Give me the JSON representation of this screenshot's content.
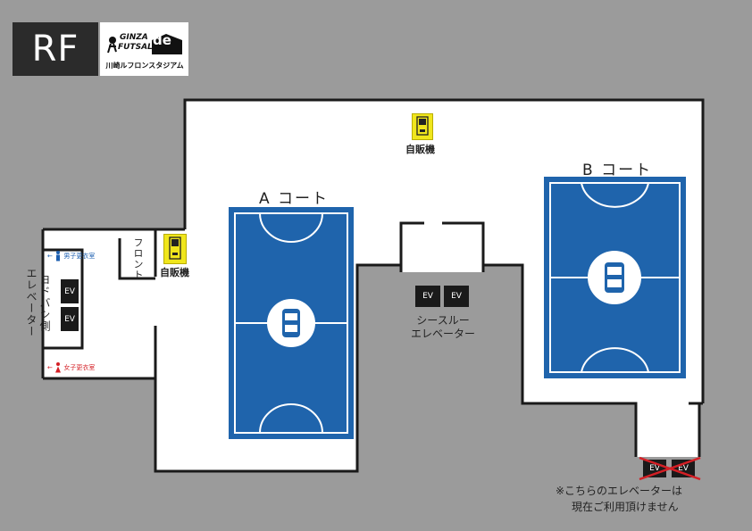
{
  "floor": {
    "label": "RF"
  },
  "logo": {
    "line1": "GINZA",
    "line2": "FUTSAL",
    "mark": "de",
    "subtitle": "川崎ルフロンスタジアム"
  },
  "courts": [
    {
      "label": "A コート"
    },
    {
      "label": "B コート"
    }
  ],
  "vending": [
    {
      "label": "自販機"
    },
    {
      "label": "自販機"
    }
  ],
  "front": {
    "label": "フロント"
  },
  "locker_rooms": {
    "men": "男子更衣室",
    "women": "女子更衣室"
  },
  "yodobashi": {
    "label": "ヨドバシ側\nエレベーター",
    "col1": "ヨドバシ側",
    "col2": "エレベーター"
  },
  "elevators": {
    "ev_label": "EV"
  },
  "seethrough": {
    "line1": "シースルー",
    "line2": "エレベーター"
  },
  "notice": {
    "line1": "※こちらのエレベーターは",
    "line2": "現在ご利用頂けません"
  },
  "colors": {
    "court": "#1f64ac",
    "background": "#9b9b9b",
    "floor": "#ffffff",
    "vending": "#f0e61c",
    "men": "#1c5fb0",
    "women": "#d41f25",
    "cross": "#d41f25"
  },
  "icons": [
    "man-icon",
    "woman-icon",
    "arrow-left-icon",
    "vending-machine-icon",
    "futsal-logo-icon",
    "cross-mark-icon"
  ]
}
